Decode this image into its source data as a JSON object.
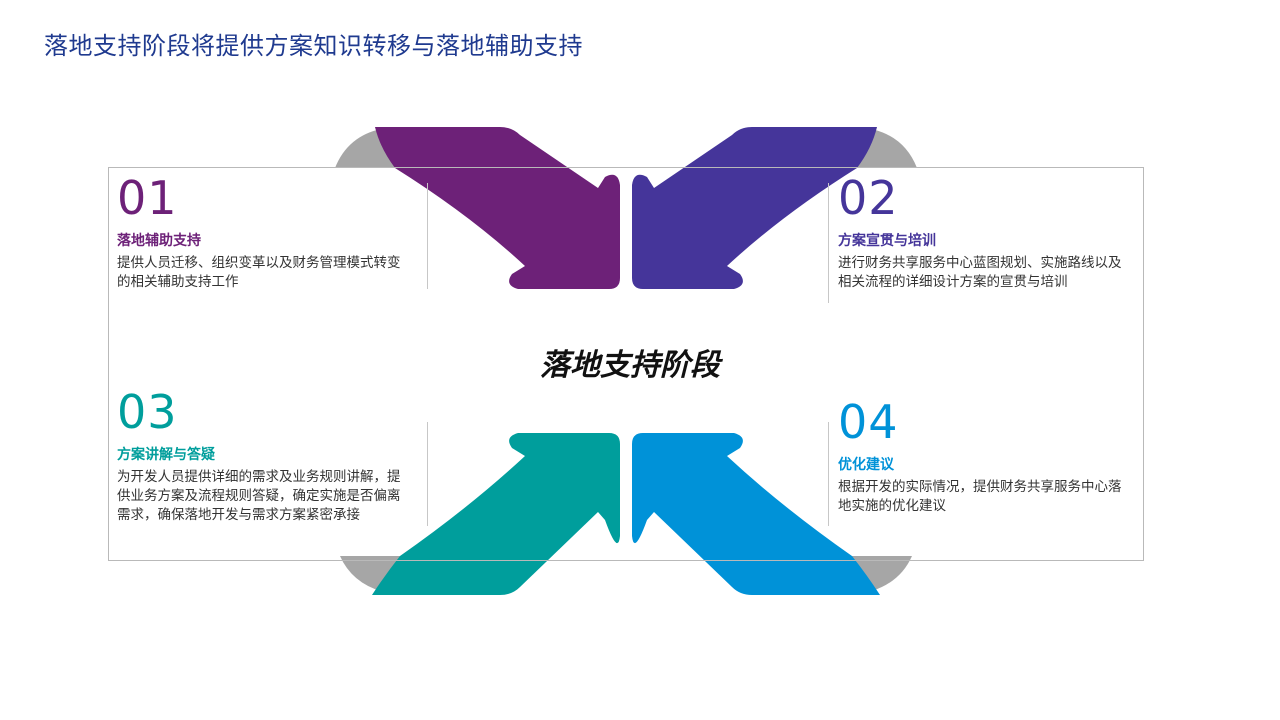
{
  "title": "落地支持阶段将提供方案知识转移与落地辅助支持",
  "center_label": "落地支持阶段",
  "colors": {
    "title": "#1f3a8f",
    "purple": "#6d2178",
    "indigo": "#45359a",
    "teal": "#009e9c",
    "blue": "#0092d8",
    "fold_gray": "#a6a6a6"
  },
  "cards": [
    {
      "num": "01",
      "title": "落地辅助支持",
      "desc": "提供人员迁移、组织变革以及财务管理模式转变的相关辅助支持工作"
    },
    {
      "num": "02",
      "title": "方案宣贯与培训",
      "desc": "进行财务共享服务中心蓝图规划、实施路线以及相关流程的详细设计方案的宣贯与培训"
    },
    {
      "num": "03",
      "title": "方案讲解与答疑",
      "desc": "为开发人员提供详细的需求及业务规则讲解，提供业务方案及流程规则答疑，确定实施是否偏离需求，确保落地开发与需求方案紧密承接"
    },
    {
      "num": "04",
      "title": "优化建议",
      "desc": "根据开发的实际情况，提供财务共享服务中心落地实施的优化建议"
    }
  ]
}
